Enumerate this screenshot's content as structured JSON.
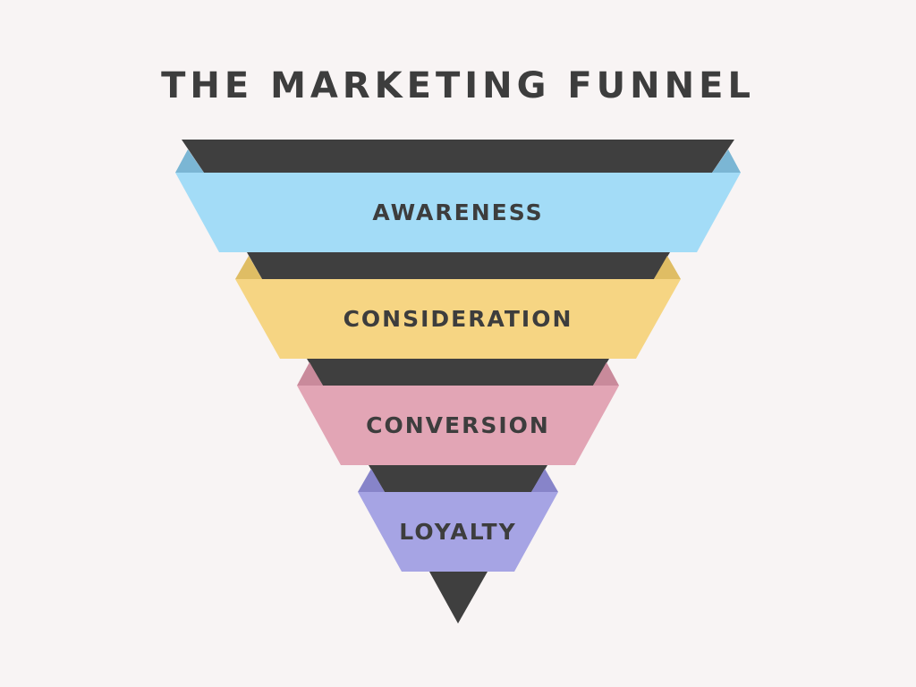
{
  "title": "THE MARKETING FUNNEL",
  "stages": [
    {
      "label": "AWARENESS",
      "color": "#a3dcf7",
      "fold_color": "#7bb6d4"
    },
    {
      "label": "CONSIDERATION",
      "color": "#f6d583",
      "fold_color": "#dfbd64"
    },
    {
      "label": "CONVERSION",
      "color": "#e2a5b5",
      "fold_color": "#c98a9b"
    },
    {
      "label": "LOYALTY",
      "color": "#a6a4e4",
      "fold_color": "#8784c9"
    }
  ],
  "colors": {
    "background": "#f8f4f4",
    "funnel_body": "#3f3f3f",
    "text": "#3d3d3d"
  }
}
